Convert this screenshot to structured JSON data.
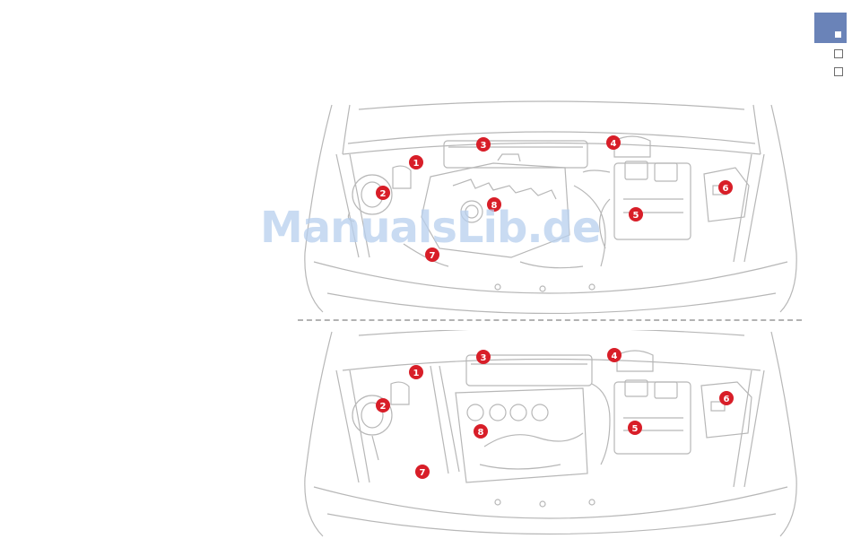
{
  "watermark": "ManualsLib.de",
  "colors": {
    "accent": "#6a83b8",
    "callout": "#d81e28",
    "line_art": "#b7b7b7"
  },
  "engine_bay_top": {
    "callouts": [
      "1",
      "2",
      "3",
      "4",
      "5",
      "6",
      "7",
      "8"
    ]
  },
  "engine_bay_bottom": {
    "callouts": [
      "1",
      "2",
      "3",
      "4",
      "5",
      "6",
      "7",
      "8"
    ]
  }
}
